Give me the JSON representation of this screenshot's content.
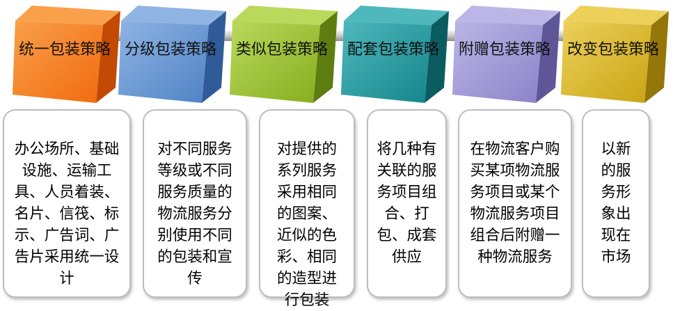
{
  "steps": [
    {
      "title": "统一包装策略",
      "color": "#f26a0f",
      "top": "#f8a04a",
      "side": "#c24a05",
      "text": "办公场所、基础设施、运输工具、人员着装、名片、信筏、标示、广告词、广告片采用统一设计"
    },
    {
      "title": "分级包装策略",
      "color": "#4e82c4",
      "top": "#8fb4e4",
      "side": "#2f5c98",
      "text": "对不同服务等级或不同服务质量的物流服务分别使用不同的包装和宣传"
    },
    {
      "title": "类似包装策略",
      "color": "#86ad1f",
      "top": "#b9d95c",
      "side": "#5e7d10",
      "text": "对提供的系列服务采用相同的图案、近似的色彩、相同的造型进行包装"
    },
    {
      "title": "配套包装策略",
      "color": "#14858a",
      "top": "#4fb8bd",
      "side": "#0b5c60",
      "text": "将几种有关联的服务项目组合、打包、成套供应"
    },
    {
      "title": "附赠包装策略",
      "color": "#8c82c8",
      "top": "#bcb6e6",
      "side": "#5f5698",
      "text": "在物流客户购买某项物流服务项目或某个物流服务项目组合后附赠一种物流服务"
    },
    {
      "title": "改变包装策略",
      "color": "#c9a414",
      "top": "#ecd05a",
      "side": "#94760a",
      "text": "以新的服务形象出现在市场"
    }
  ]
}
